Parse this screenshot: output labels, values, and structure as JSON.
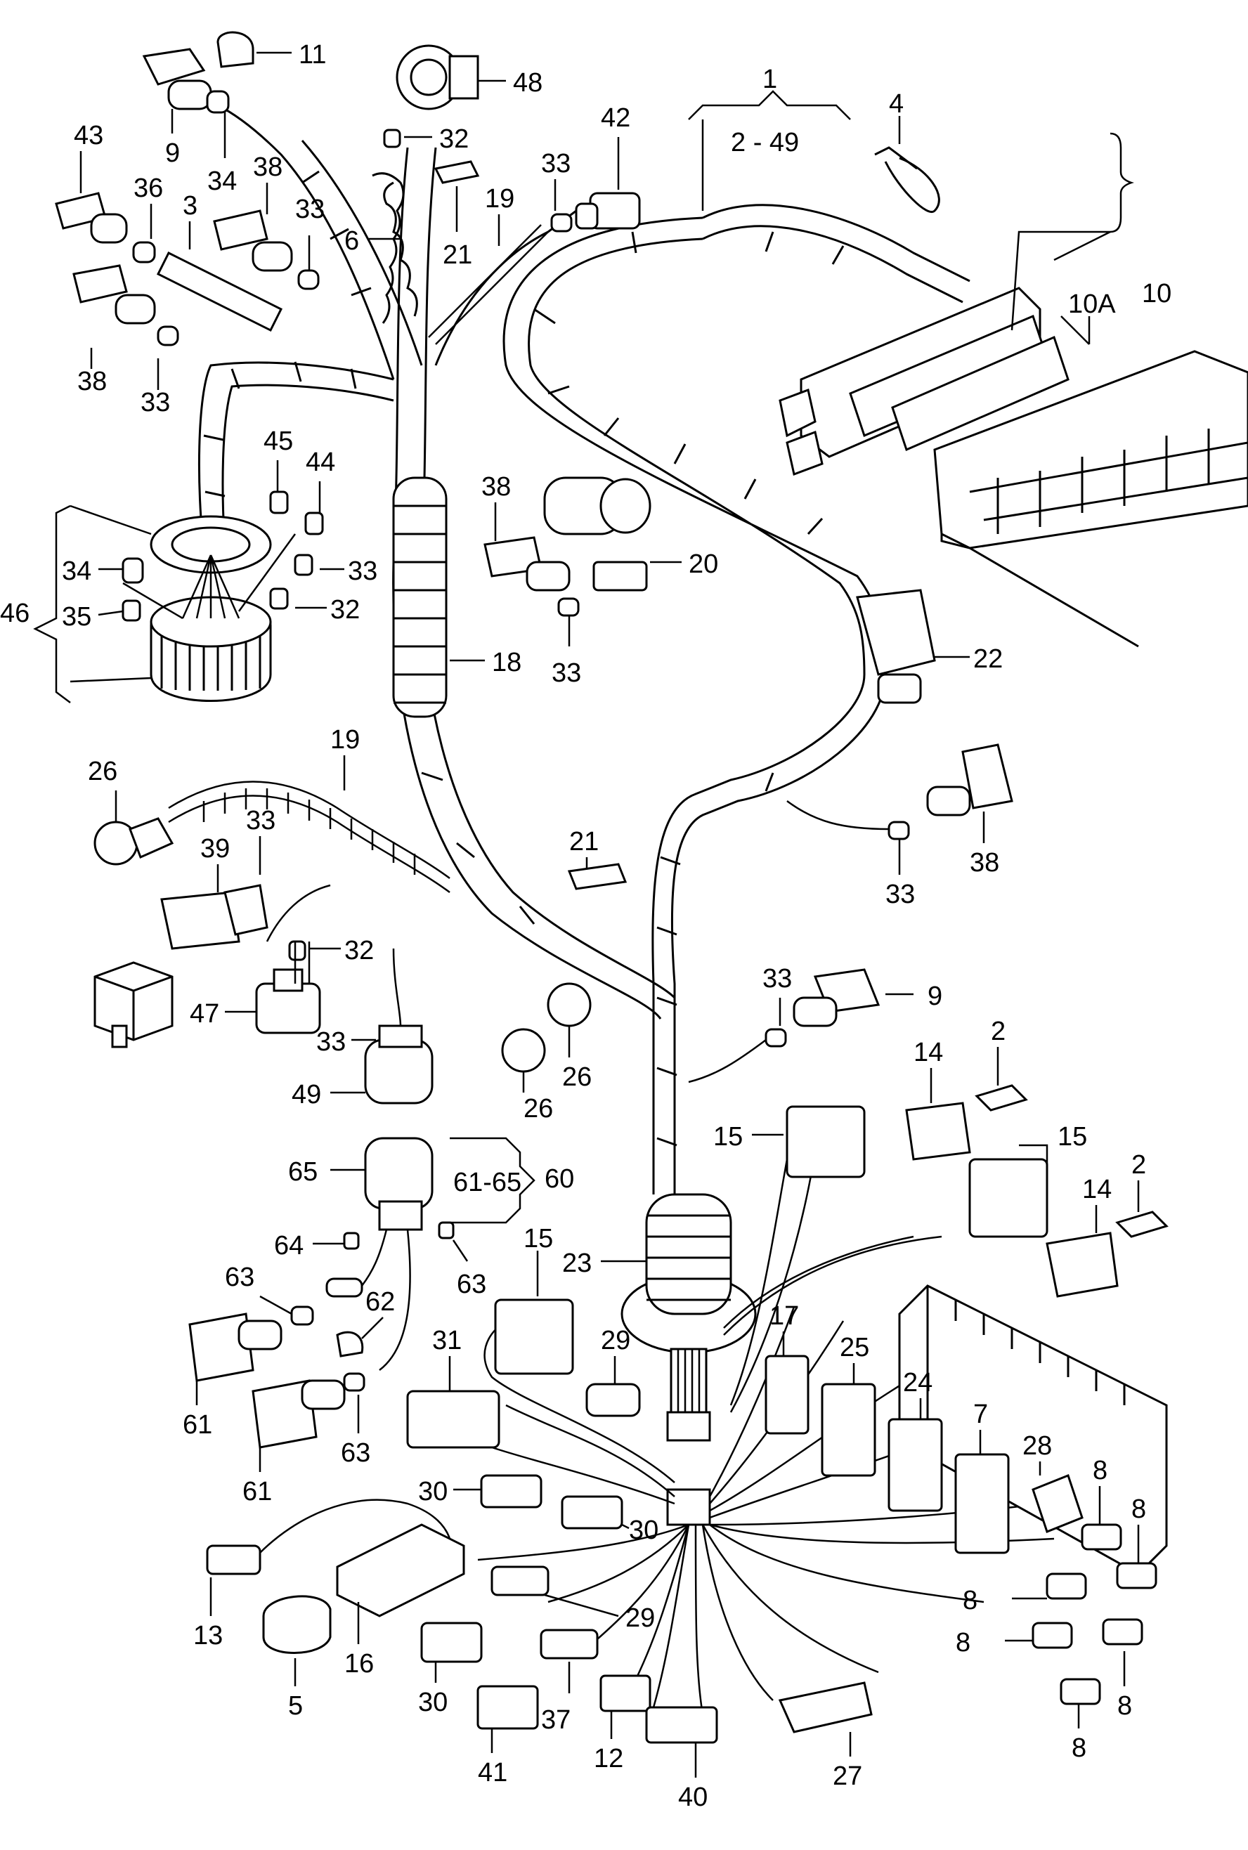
{
  "diagram": {
    "callouts": [
      {
        "id": "c1",
        "text": "1"
      },
      {
        "id": "c2-49",
        "text": "2 - 49"
      },
      {
        "id": "c4",
        "text": "4"
      },
      {
        "id": "c10",
        "text": "10"
      },
      {
        "id": "c10A",
        "text": "10A"
      },
      {
        "id": "c11",
        "text": "11"
      },
      {
        "id": "c48",
        "text": "48"
      },
      {
        "id": "c32a",
        "text": "32"
      },
      {
        "id": "c9a",
        "text": "9"
      },
      {
        "id": "c34a",
        "text": "34"
      },
      {
        "id": "c43",
        "text": "43"
      },
      {
        "id": "c36",
        "text": "36"
      },
      {
        "id": "c3",
        "text": "3"
      },
      {
        "id": "c38a",
        "text": "38"
      },
      {
        "id": "c33a",
        "text": "33"
      },
      {
        "id": "c6",
        "text": "6"
      },
      {
        "id": "c21a",
        "text": "21"
      },
      {
        "id": "c19a",
        "text": "19"
      },
      {
        "id": "c33b",
        "text": "33"
      },
      {
        "id": "c42",
        "text": "42"
      },
      {
        "id": "c38b",
        "text": "38"
      },
      {
        "id": "c33c",
        "text": "33"
      },
      {
        "id": "c45",
        "text": "45"
      },
      {
        "id": "c44",
        "text": "44"
      },
      {
        "id": "c34b",
        "text": "34"
      },
      {
        "id": "c33d",
        "text": "33"
      },
      {
        "id": "c46",
        "text": "46"
      },
      {
        "id": "c35",
        "text": "35"
      },
      {
        "id": "c32b",
        "text": "32"
      },
      {
        "id": "c38c",
        "text": "38"
      },
      {
        "id": "c20",
        "text": "20"
      },
      {
        "id": "c22",
        "text": "22"
      },
      {
        "id": "c18",
        "text": "18"
      },
      {
        "id": "c33e",
        "text": "33"
      },
      {
        "id": "c26a",
        "text": "26"
      },
      {
        "id": "c19b",
        "text": "19"
      },
      {
        "id": "c33f",
        "text": "33"
      },
      {
        "id": "c39",
        "text": "39"
      },
      {
        "id": "c32c",
        "text": "32"
      },
      {
        "id": "c47",
        "text": "47"
      },
      {
        "id": "c33g",
        "text": "33"
      },
      {
        "id": "c49",
        "text": "49"
      },
      {
        "id": "c26b",
        "text": "26"
      },
      {
        "id": "c26c",
        "text": "26"
      },
      {
        "id": "c21b",
        "text": "21"
      },
      {
        "id": "c38d",
        "text": "38"
      },
      {
        "id": "c33h",
        "text": "33"
      },
      {
        "id": "c33i",
        "text": "33"
      },
      {
        "id": "c9b",
        "text": "9"
      },
      {
        "id": "c2a",
        "text": "2"
      },
      {
        "id": "c14a",
        "text": "14"
      },
      {
        "id": "c15a",
        "text": "15"
      },
      {
        "id": "c15b",
        "text": "15"
      },
      {
        "id": "c2b",
        "text": "2"
      },
      {
        "id": "c14b",
        "text": "14"
      },
      {
        "id": "c65",
        "text": "65"
      },
      {
        "id": "c61-65",
        "text": "61-65"
      },
      {
        "id": "c60",
        "text": "60"
      },
      {
        "id": "c64",
        "text": "64"
      },
      {
        "id": "c63a",
        "text": "63"
      },
      {
        "id": "c63b",
        "text": "63"
      },
      {
        "id": "c62",
        "text": "62"
      },
      {
        "id": "c61a",
        "text": "61"
      },
      {
        "id": "c61b",
        "text": "61"
      },
      {
        "id": "c63c",
        "text": "63"
      },
      {
        "id": "c23",
        "text": "23"
      },
      {
        "id": "c15c",
        "text": "15"
      },
      {
        "id": "c17",
        "text": "17"
      },
      {
        "id": "c25",
        "text": "25"
      },
      {
        "id": "c24",
        "text": "24"
      },
      {
        "id": "c7",
        "text": "7"
      },
      {
        "id": "c28",
        "text": "28"
      },
      {
        "id": "c31",
        "text": "31"
      },
      {
        "id": "c29a",
        "text": "29"
      },
      {
        "id": "c30a",
        "text": "30"
      },
      {
        "id": "c30b",
        "text": "30"
      },
      {
        "id": "c8a",
        "text": "8"
      },
      {
        "id": "c8b",
        "text": "8"
      },
      {
        "id": "c8c",
        "text": "8"
      },
      {
        "id": "c8d",
        "text": "8"
      },
      {
        "id": "c8e",
        "text": "8"
      },
      {
        "id": "c8f",
        "text": "8"
      },
      {
        "id": "c13",
        "text": "13"
      },
      {
        "id": "c29b",
        "text": "29"
      },
      {
        "id": "c16",
        "text": "16"
      },
      {
        "id": "c5",
        "text": "5"
      },
      {
        "id": "c30c",
        "text": "30"
      },
      {
        "id": "c41",
        "text": "41"
      },
      {
        "id": "c37",
        "text": "37"
      },
      {
        "id": "c12",
        "text": "12"
      },
      {
        "id": "c40",
        "text": "40"
      },
      {
        "id": "c27",
        "text": "27"
      }
    ]
  }
}
